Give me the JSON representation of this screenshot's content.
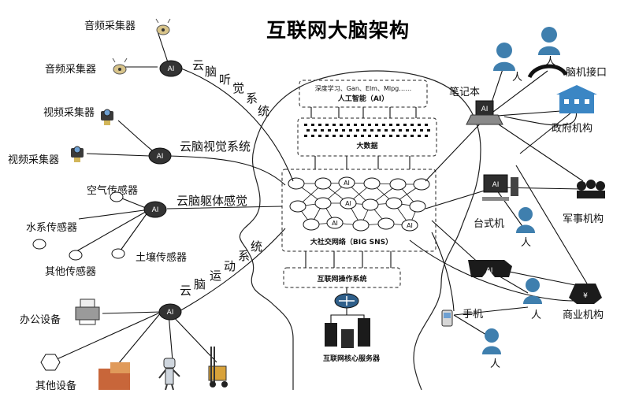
{
  "title": "互联网大脑架构",
  "hub_label": "AI",
  "brain": {
    "ai_box": {
      "line1": "深度学习、Gan、Elm、Mlpg……",
      "line2": "人工智能（AI）"
    },
    "bigdata": "大数据",
    "sns": "大社交网络（BIG SNS）",
    "os": "互联网操作系统",
    "server": "互联网核心服务器"
  },
  "systems": {
    "hearing": [
      "云",
      "脑",
      "听",
      "觉",
      "系",
      "统"
    ],
    "vision": "云脑视觉系统",
    "body": "云脑躯体感觉",
    "motion": [
      "云",
      "脑",
      "运",
      "动",
      "系",
      "统"
    ]
  },
  "left_nodes": {
    "audio1": "音频采集器",
    "audio2": "音频采集器",
    "video1": "视频采集器",
    "video2": "视频采集器",
    "air": "空气传感器",
    "water": "水系传感器",
    "soil": "土壤传感器",
    "other_sensor": "其他传感器",
    "office": "办公设备",
    "other_device": "其他设备"
  },
  "right_nodes": {
    "notebook": "笔记本",
    "bci": "脑机接口",
    "gov": "政府机构",
    "desktop": "台式机",
    "military": "军事机构",
    "phone": "手机",
    "business": "商业机构",
    "person": "人"
  },
  "icons": [
    "microphone-icon",
    "camera-icon",
    "printer-icon",
    "robot-icon",
    "forklift-icon",
    "laptop-icon",
    "headband-icon",
    "building-icon",
    "desktop-icon",
    "soldiers-icon",
    "ar-glasses-icon",
    "phone-icon",
    "money-bag-icon",
    "router-icon",
    "server-icon",
    "person-icon"
  ],
  "colors": {
    "person": "#3f7fae",
    "hub": "#333333",
    "gov": "#3b86c4"
  }
}
